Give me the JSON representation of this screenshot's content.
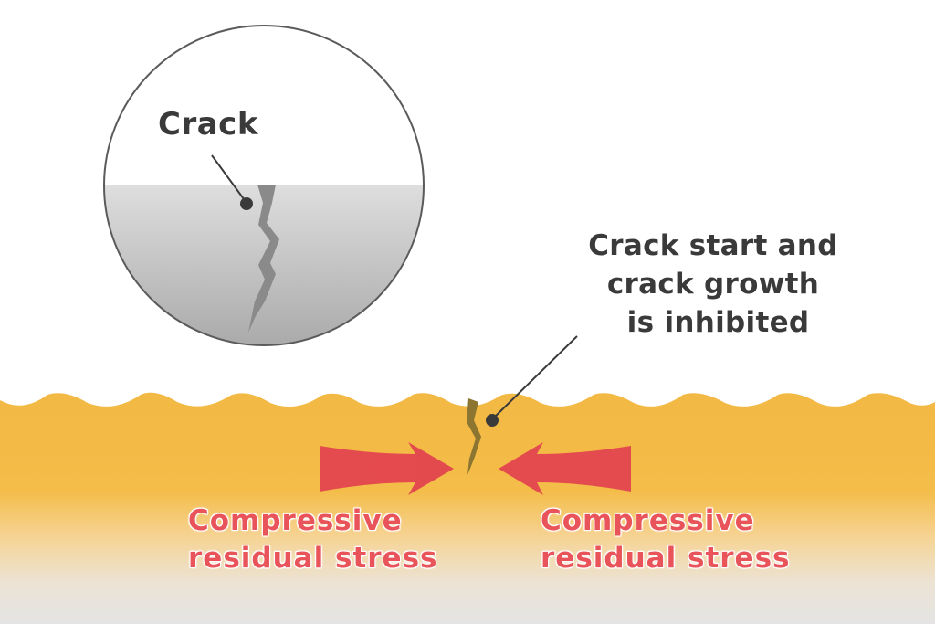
{
  "labels": {
    "crack": "Crack",
    "inhibited": "Crack start and\ncrack growth\n is inhibited",
    "stress_left": "Compressive\nresidual stress",
    "stress_right": "Compressive\nresidual stress"
  },
  "colors": {
    "material_orange": "#f2b944",
    "base_gray": "#e4e4e4",
    "arrow_red": "#e44b4f",
    "text_dark": "#3a3a3a",
    "text_red": "#e8545a",
    "crack_gray": "#8a8a8a",
    "crack_brown": "#8b7530",
    "circle_fill_gray": "#c8c8c8"
  }
}
